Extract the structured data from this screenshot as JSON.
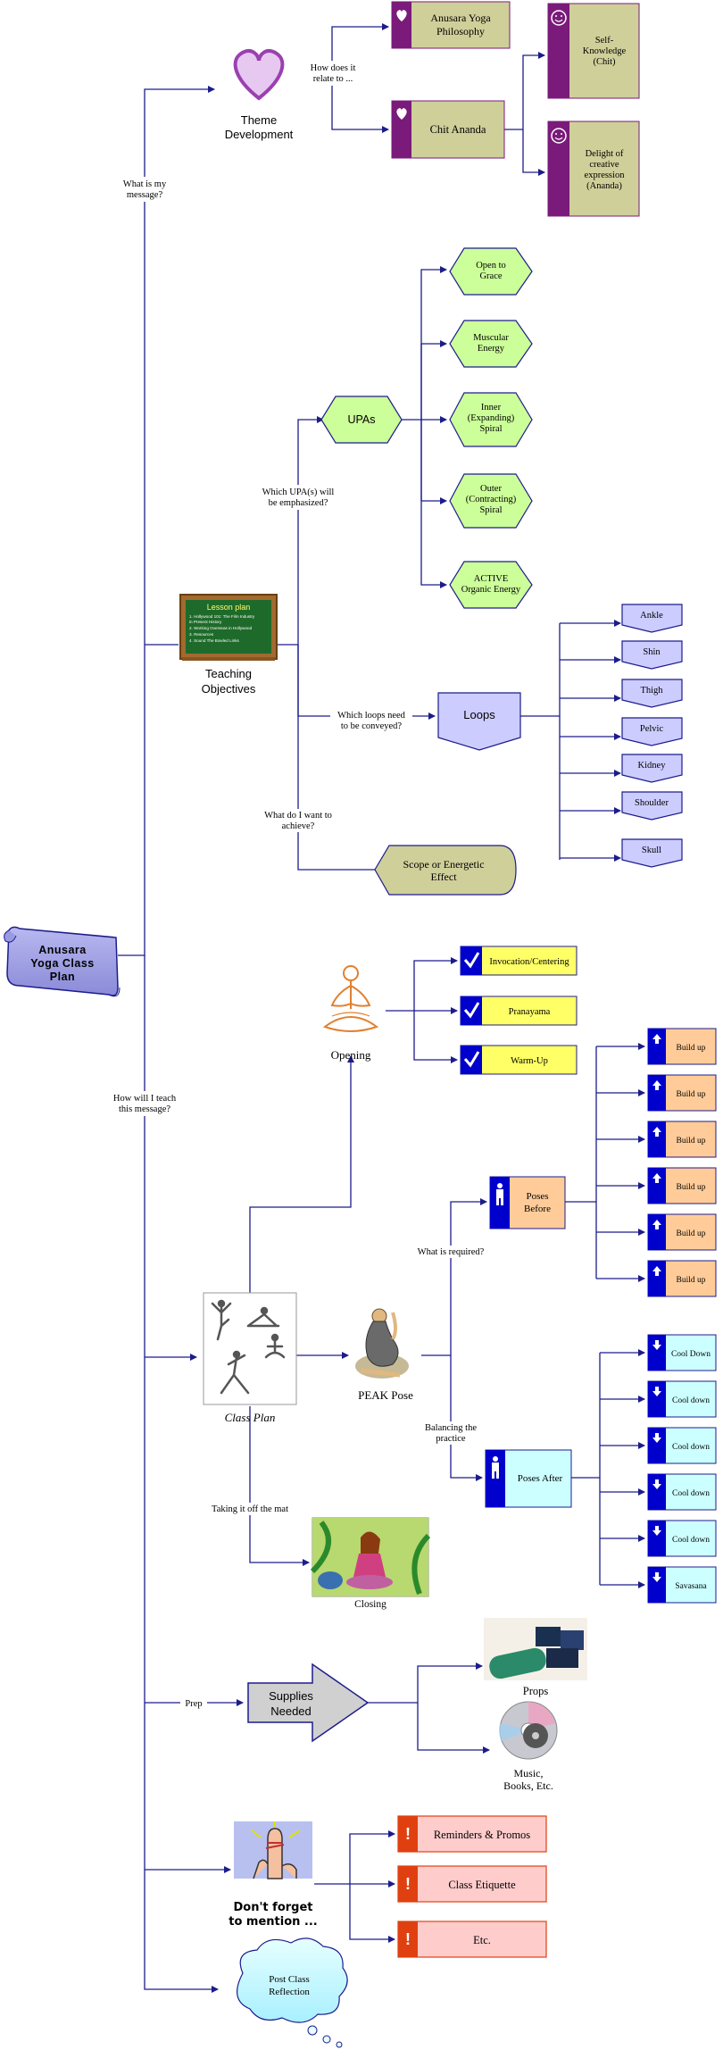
{
  "root": {
    "title_lines": [
      "Anusara",
      "Yoga Class",
      "Plan"
    ]
  },
  "branches": {
    "message": {
      "label_lines": [
        "What is my",
        "message?"
      ]
    },
    "teach": {
      "label_lines": [
        "How will I teach",
        "this message?"
      ]
    },
    "prep": {
      "label": "Prep"
    }
  },
  "theme": {
    "title_lines": [
      "Theme",
      "Development"
    ],
    "relate_lines": [
      "How does it",
      "relate to ..."
    ],
    "nodes": [
      {
        "lines": [
          "Anusara Yoga",
          "Philosophy"
        ]
      },
      {
        "lines": [
          "Chit Ananda"
        ]
      }
    ],
    "chit_children": [
      {
        "lines": [
          "Self-",
          "Knowledge",
          "(Chit)"
        ]
      },
      {
        "lines": [
          "Delight of",
          "creative",
          "expression",
          "(Ananda)"
        ]
      }
    ]
  },
  "objectives": {
    "title_lines": [
      "Teaching",
      "Objectives"
    ],
    "board_title": "Lesson plan",
    "board_lines": [
      "1. Hollywood 101: The Film Industry",
      "   in Present History",
      "2. Working Overseas in Hollywood",
      "3. Resources",
      "4. Sound The Bowled Links"
    ],
    "q_upas": [
      "Which UPA(s) will",
      "be emphasized?"
    ],
    "q_loops": [
      "Which loops need",
      "to be conveyed?"
    ],
    "q_achieve": [
      "What do I want to",
      "achieve?"
    ],
    "upas": {
      "label": "UPAs",
      "items": [
        {
          "lines": [
            "Open to",
            "Grace"
          ]
        },
        {
          "lines": [
            "Muscular",
            "Energy"
          ]
        },
        {
          "lines": [
            "Inner",
            "(Expanding)",
            "Spiral"
          ]
        },
        {
          "lines": [
            "Outer",
            "(Contracting)",
            "Spiral"
          ]
        },
        {
          "lines": [
            "ACTIVE",
            "Organic Energy"
          ]
        }
      ]
    },
    "loops": {
      "label": "Loops",
      "items": [
        "Ankle",
        "Shin",
        "Thigh",
        "Pelvic",
        "Kidney",
        "Shoulder",
        "Skull"
      ]
    },
    "effect_lines": [
      "Scope or Energetic",
      "Effect"
    ]
  },
  "class_plan": {
    "opening": {
      "label": "Opening",
      "items": [
        "Invocation/Centering",
        "Pranayama",
        "Warm-Up"
      ]
    },
    "plan_label": "Class Plan",
    "peak_label": "PEAK Pose",
    "q_required": "What is required?",
    "q_balancing": [
      "Balancing the",
      "practice"
    ],
    "q_offmat": "Taking it off the mat",
    "closing_label": "Closing",
    "before": {
      "lines": [
        "Poses",
        "Before"
      ],
      "items": [
        "Build up",
        "Build up",
        "Build up",
        "Build up",
        "Build up",
        "Build up"
      ]
    },
    "after": {
      "label": "Poses After",
      "items": [
        "Cool Down",
        "Cool down",
        "Cool down",
        "Cool down",
        "Cool down",
        "Savasana"
      ]
    }
  },
  "supplies": {
    "arrow_lines": [
      "Supplies",
      "Needed"
    ],
    "props_label": "Props",
    "music_lines": [
      "Music,",
      "Books, Etc."
    ]
  },
  "mention": {
    "label_lines": [
      "Don't forget",
      "to mention ..."
    ],
    "items": [
      "Reminders & Promos",
      "Class Etiquette",
      "Etc."
    ]
  },
  "reflection": {
    "lines": [
      "Post Class",
      "Reflection"
    ]
  },
  "colors": {
    "line": "#1c1c8c",
    "purple": "#7a1a7a",
    "khaki": "#cfcf9a",
    "green": "#ccff99",
    "lavender": "#ccccff",
    "yellow": "#ffff66",
    "orange": "#ffcc99",
    "cyan": "#ccffff",
    "pink": "#ffcccc",
    "red": "#e04010",
    "blue": "#0000cc"
  }
}
